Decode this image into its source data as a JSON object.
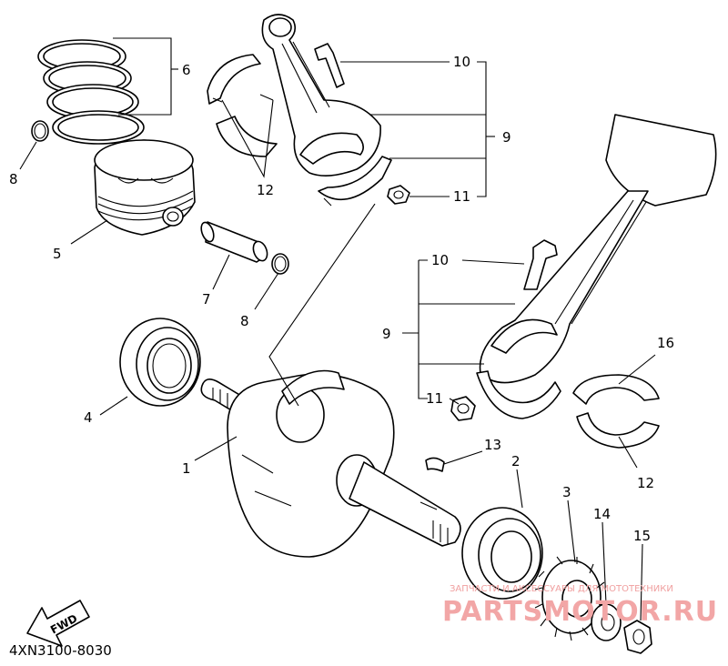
{
  "diagram_code": "4XN3100-8030",
  "fwd_label": "FWD",
  "watermark": {
    "line1": "ЗАПЧАСТИ И АКСЕССУАРЫ ДЛЯ МОТОТЕХНИКИ",
    "brand": "PARTSMOTOR.RU"
  },
  "callouts": [
    "6",
    "8",
    "12",
    "10",
    "9",
    "11",
    "5",
    "7",
    "8",
    "10",
    "9",
    "11",
    "16",
    "4",
    "1",
    "13",
    "2",
    "12",
    "3",
    "14",
    "15"
  ]
}
